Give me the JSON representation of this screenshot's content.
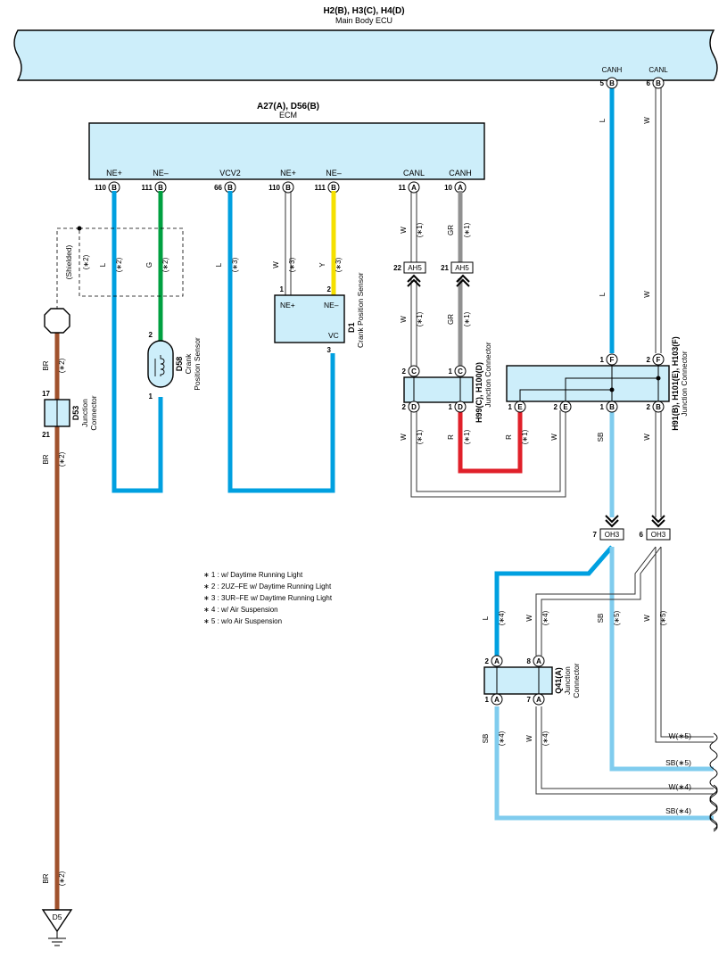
{
  "ecu": {
    "code": "H2(B), H3(C), H4(D)",
    "name": "Main Body ECU",
    "canh_label": "CANH",
    "canl_label": "CANL",
    "canh_pin": "5",
    "canh_conn": "B",
    "canl_pin": "6",
    "canl_conn": "B"
  },
  "ecm": {
    "code": "A27(A), D56(B)",
    "name": "ECM",
    "pins": [
      {
        "label": "NE+",
        "num": "110",
        "conn": "B"
      },
      {
        "label": "NE–",
        "num": "111",
        "conn": "B"
      },
      {
        "label": "VCV2",
        "num": "66",
        "conn": "B"
      },
      {
        "label": "NE+",
        "num": "110",
        "conn": "B"
      },
      {
        "label": "NE–",
        "num": "111",
        "conn": "B"
      },
      {
        "label": "CANL",
        "num": "11",
        "conn": "A"
      },
      {
        "label": "CANH",
        "num": "10",
        "conn": "A"
      }
    ]
  },
  "d1": {
    "code": "D1",
    "name": "Crank Position Sensor",
    "p1_num": "1",
    "p1": "NE+",
    "p2_num": "2",
    "p2": "NE–",
    "vc": "VC",
    "p3_num": "3"
  },
  "d58": {
    "code": "D58",
    "name1": "Crank",
    "name2": "Position Sensor",
    "p2": "2",
    "p1": "1"
  },
  "d53": {
    "code": "D53",
    "name1": "Junction",
    "name2": "Connector",
    "p17": "17",
    "p21": "21"
  },
  "shielded": "(Shielded)",
  "ah5": {
    "label": "AH5",
    "pin_w": "22",
    "pin_gr": "21"
  },
  "h99": {
    "code": "H99(C), H100(D)",
    "name": "Junction Connector",
    "p2": "2",
    "p1": "1",
    "cC": "C",
    "cD": "D"
  },
  "h91": {
    "code": "H91(B), H101(E), H103(F)",
    "name": "Junction Connector",
    "p1": "1",
    "p2": "2",
    "cF": "F",
    "cE": "E",
    "cB": "B"
  },
  "oh3": {
    "label": "OH3",
    "pin7": "7",
    "pin6": "6"
  },
  "q41": {
    "code": "Q41(A)",
    "name1": "Junction",
    "name2": "Connector",
    "p2": "2",
    "p8": "8",
    "p1": "1",
    "p7": "7",
    "conn": "A"
  },
  "ground": {
    "label": "D5"
  },
  "wires": {
    "L": "L",
    "G": "G",
    "W": "W",
    "Y": "Y",
    "GR": "GR",
    "R": "R",
    "SB": "SB",
    "BR": "BR"
  },
  "notes": {
    "n1": "(∗1)",
    "n2": "(∗2)",
    "n3": "(∗3)",
    "n4": "(∗4)",
    "n5": "(∗5)"
  },
  "ends": {
    "w5": "W(∗5)",
    "sb5": "SB(∗5)",
    "w4": "W(∗4)",
    "sb4": "SB(∗4)"
  },
  "legend": [
    "∗ 1 : w/ Daytime Running Light",
    "∗ 2 : 2UZ–FE w/ Daytime Running Light",
    "∗ 3 : 3UR–FE w/ Daytime Running Light",
    "∗ 4 : w/ Air Suspension",
    "∗ 5 : w/o Air Suspension"
  ],
  "colors": {
    "blue": "#00a0e0",
    "lightblue": "#80ccee",
    "green": "#00a040",
    "yellow": "#f5e000",
    "gray": "#909090",
    "red": "#e0202a",
    "brown": "#a0522d",
    "box": "#cdeefa"
  }
}
